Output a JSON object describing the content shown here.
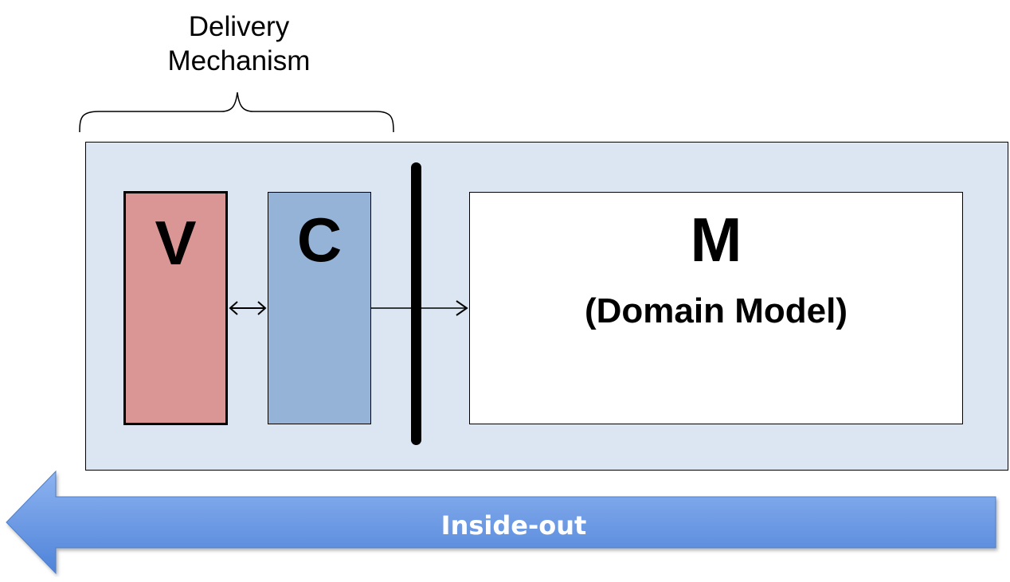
{
  "delivery_mechanism": {
    "line1": "Delivery",
    "line2": "Mechanism"
  },
  "view": {
    "letter": "V",
    "fill": "#d99694"
  },
  "controller": {
    "letter": "C",
    "fill": "#95b3d7"
  },
  "model": {
    "letter": "M",
    "subtitle": "(Domain Model)",
    "fill": "#ffffff"
  },
  "container": {
    "fill": "#dce6f2"
  },
  "direction_arrow": {
    "label": "Inside-out",
    "color_top": "#8db3f0",
    "color_bottom": "#4f83d9"
  }
}
